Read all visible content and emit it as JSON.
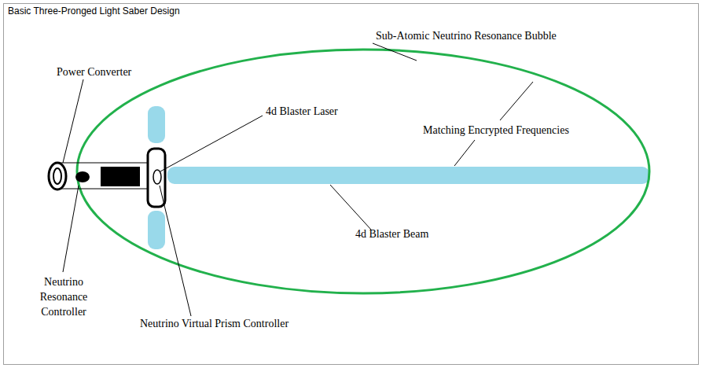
{
  "diagram": {
    "title": "Basic Three-Pronged Light Saber Design",
    "labels": [
      "Power Converter",
      "4d Blaster Laser",
      "Sub-Atomic Neutrino Resonance Bubble",
      "Matching Encrypted Frequencies",
      "4d Blaster Beam",
      "Neutrino Resonance Controller",
      "Neutrino Virtual Prism Controller"
    ]
  }
}
